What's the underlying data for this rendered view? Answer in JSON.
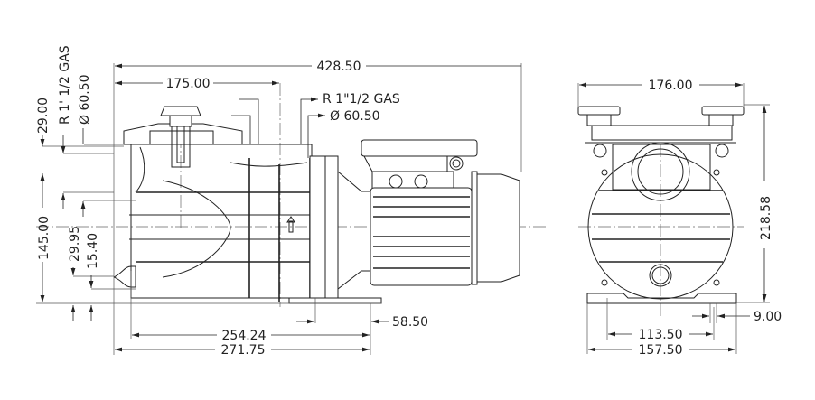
{
  "side_view": {
    "dims": {
      "overall_length": "428.50",
      "inlet_offset": "175.00",
      "outlet_thread": "R 1\"1/2 GAS",
      "outlet_diameter": "Ø 60.50",
      "inlet_height_top": "29.00",
      "inlet_thread": "R 1' 1/2 GAS",
      "inlet_diameter": "Ø 60.50",
      "total_height": "145.00",
      "drain_height": "29.95",
      "drain_offset": "15.40",
      "base_length": "254.24",
      "body_length": "271.75",
      "motor_foot": "58.50"
    }
  },
  "front_view": {
    "dims": {
      "width_top": "176.00",
      "height": "218.58",
      "foot_hole_spacing": "113.50",
      "base_width": "157.50",
      "foot_slot": "9.00"
    }
  }
}
